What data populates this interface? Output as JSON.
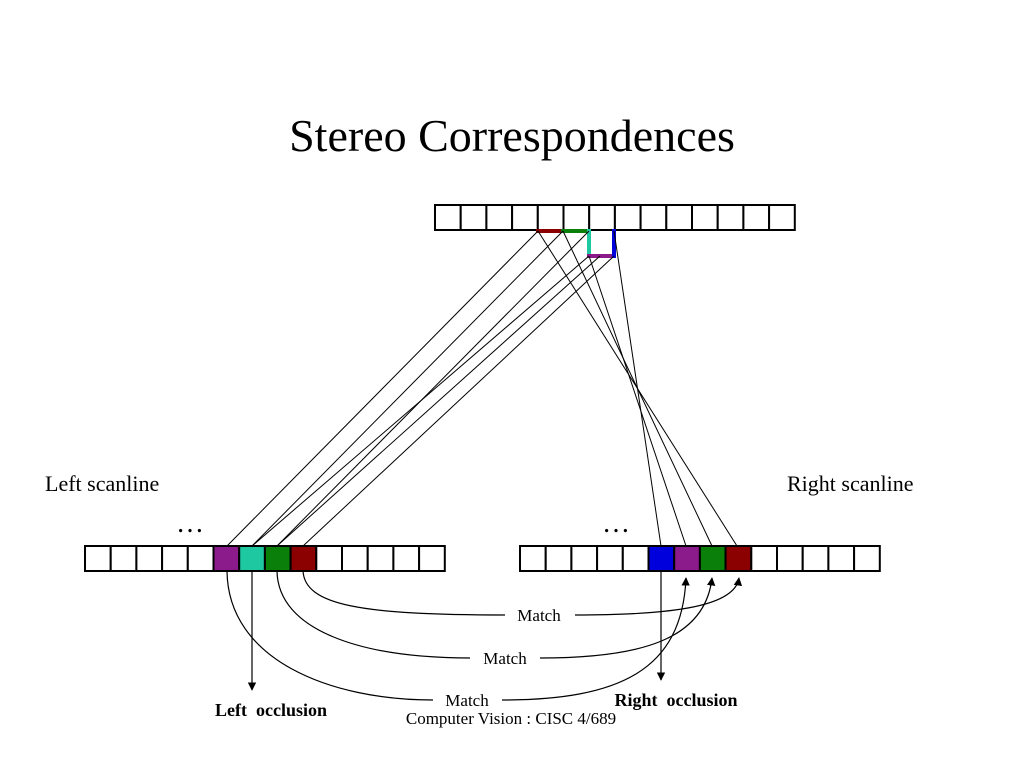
{
  "title": "Stereo Correspondences",
  "footer": "Computer Vision : CISC 4/689",
  "colors": {
    "purple": "#8b1a8b",
    "teal": "#1ec8a0",
    "green": "#0a800a",
    "dark_red": "#8b0000",
    "blue": "#0000dd",
    "white": "#ffffff"
  },
  "left_scanline": {
    "label": "Left scanline",
    "ellipsis": "…",
    "cells": [
      "white",
      "white",
      "white",
      "white",
      "white",
      "purple",
      "teal",
      "green",
      "dark_red",
      "white",
      "white",
      "white",
      "white",
      "white"
    ]
  },
  "right_scanline": {
    "label": "Right scanline",
    "ellipsis": "…",
    "cells": [
      "white",
      "white",
      "white",
      "white",
      "white",
      "blue",
      "purple",
      "green",
      "dark_red",
      "white",
      "white",
      "white",
      "white",
      "white"
    ]
  },
  "disparity_space": {
    "cells": 14,
    "path_segments": [
      "dark_red",
      "green",
      "teal",
      "purple",
      "blue"
    ]
  },
  "annotations": {
    "match_labels": [
      "Match",
      "Match",
      "Match"
    ],
    "left_occlusion": "Left  occlusion",
    "right_occlusion": "Right  occlusion"
  }
}
